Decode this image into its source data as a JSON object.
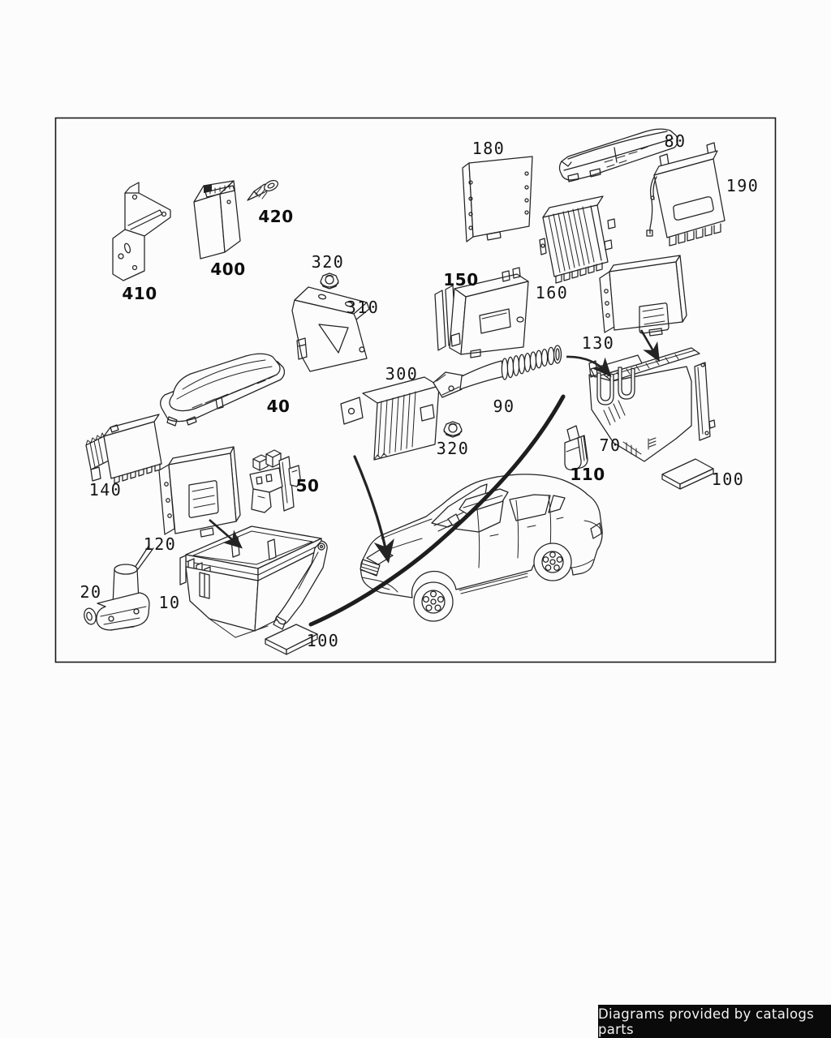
{
  "labels": [
    {
      "id": "410",
      "text": "410"
    },
    {
      "id": "400",
      "text": "400"
    },
    {
      "id": "420",
      "text": "420"
    },
    {
      "id": "320-upper",
      "text": "320"
    },
    {
      "id": "310",
      "text": "310"
    },
    {
      "id": "180",
      "text": "180"
    },
    {
      "id": "80",
      "text": "80"
    },
    {
      "id": "190",
      "text": "190"
    },
    {
      "id": "160",
      "text": "160"
    },
    {
      "id": "150",
      "text": "150"
    },
    {
      "id": "130",
      "text": "130"
    },
    {
      "id": "40",
      "text": "40"
    },
    {
      "id": "300",
      "text": "300"
    },
    {
      "id": "140",
      "text": "140"
    },
    {
      "id": "120",
      "text": "120"
    },
    {
      "id": "50",
      "text": "50"
    },
    {
      "id": "90",
      "text": "90"
    },
    {
      "id": "320-lower",
      "text": "320"
    },
    {
      "id": "70",
      "text": "70"
    },
    {
      "id": "110",
      "text": "110"
    },
    {
      "id": "100-right",
      "text": "100"
    },
    {
      "id": "10",
      "text": "10"
    },
    {
      "id": "20",
      "text": "20"
    },
    {
      "id": "100-lower",
      "text": "100"
    }
  ],
  "caption": {
    "text": "Diagrams provided by catalogs parts"
  },
  "colors": {
    "ink": "#232323",
    "paper": "#fcfcfc",
    "caption_bg": "#0a0a0a",
    "caption_text": "#f2f2f2"
  }
}
